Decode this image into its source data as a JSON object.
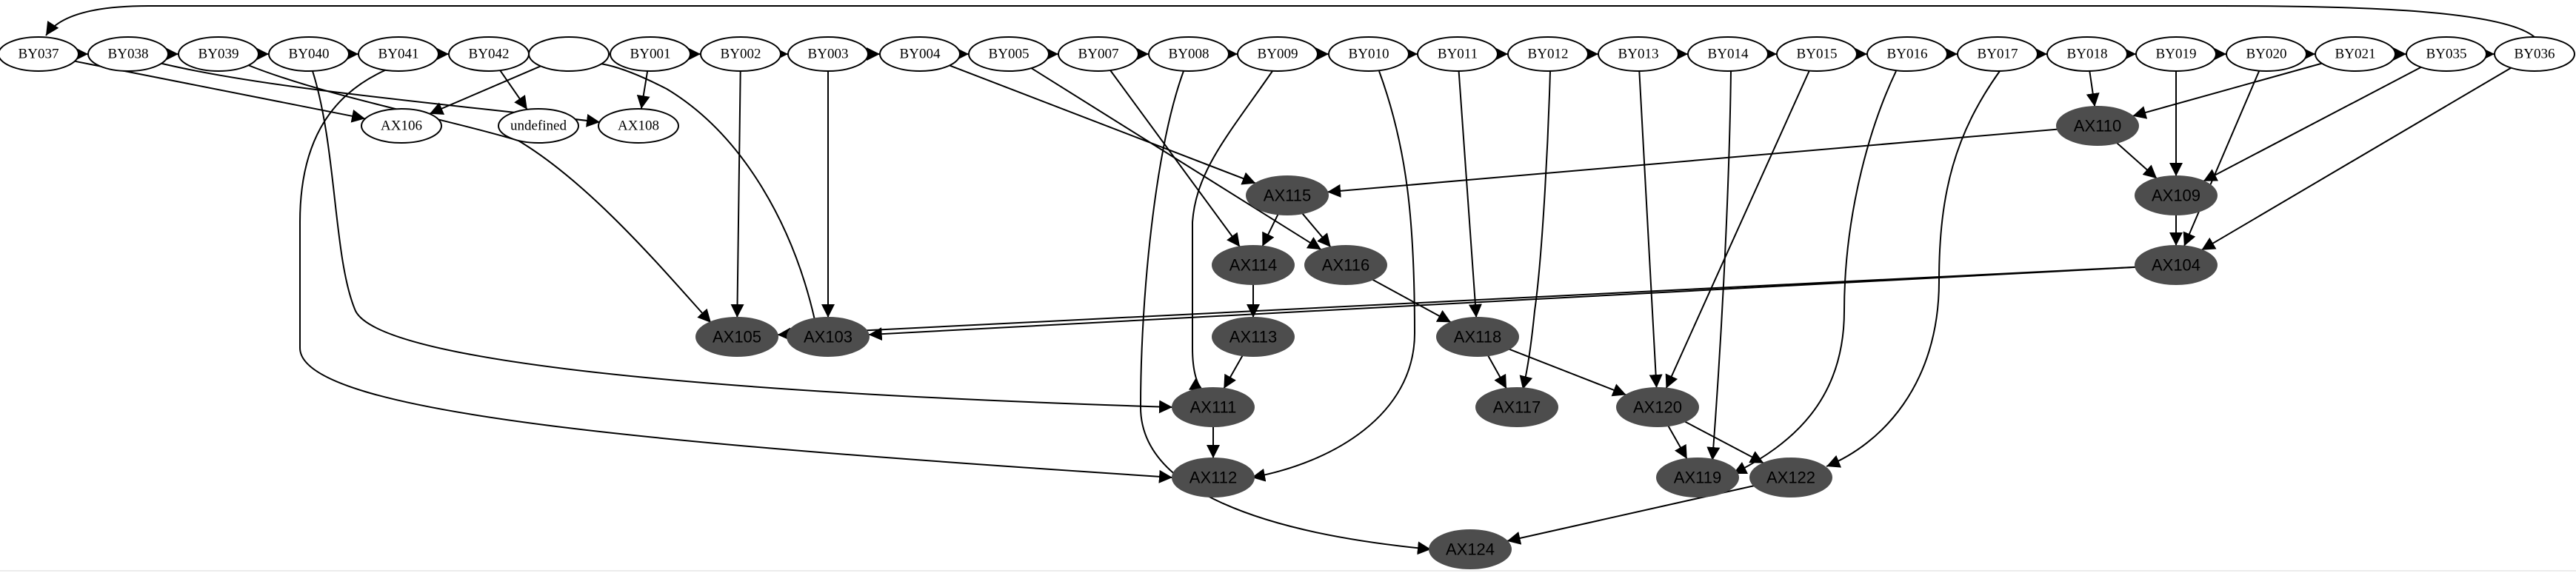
{
  "nodes": [
    {
      "id": "BY037",
      "label": "BY037",
      "style": "light"
    },
    {
      "id": "BY038",
      "label": "BY038",
      "style": "light"
    },
    {
      "id": "BY039",
      "label": "BY039",
      "style": "light"
    },
    {
      "id": "BY040",
      "label": "BY040",
      "style": "light"
    },
    {
      "id": "BY041",
      "label": "BY041",
      "style": "light"
    },
    {
      "id": "BY042",
      "label": "BY042",
      "style": "light"
    },
    {
      "id": "BLANK",
      "label": "",
      "style": "light"
    },
    {
      "id": "BY001",
      "label": "BY001",
      "style": "light"
    },
    {
      "id": "BY002",
      "label": "BY002",
      "style": "light"
    },
    {
      "id": "BY003",
      "label": "BY003",
      "style": "light"
    },
    {
      "id": "BY004",
      "label": "BY004",
      "style": "light"
    },
    {
      "id": "BY005",
      "label": "BY005",
      "style": "light"
    },
    {
      "id": "BY007",
      "label": "BY007",
      "style": "light"
    },
    {
      "id": "BY008",
      "label": "BY008",
      "style": "light"
    },
    {
      "id": "BY009",
      "label": "BY009",
      "style": "light"
    },
    {
      "id": "BY010",
      "label": "BY010",
      "style": "light"
    },
    {
      "id": "BY011",
      "label": "BY011",
      "style": "light"
    },
    {
      "id": "BY012",
      "label": "BY012",
      "style": "light"
    },
    {
      "id": "BY013",
      "label": "BY013",
      "style": "light"
    },
    {
      "id": "BY014",
      "label": "BY014",
      "style": "light"
    },
    {
      "id": "BY015",
      "label": "BY015",
      "style": "light"
    },
    {
      "id": "BY016",
      "label": "BY016",
      "style": "light"
    },
    {
      "id": "BY017",
      "label": "BY017",
      "style": "light"
    },
    {
      "id": "BY018",
      "label": "BY018",
      "style": "light"
    },
    {
      "id": "BY019",
      "label": "BY019",
      "style": "light"
    },
    {
      "id": "BY020",
      "label": "BY020",
      "style": "light"
    },
    {
      "id": "BY021",
      "label": "BY021",
      "style": "light"
    },
    {
      "id": "BY035",
      "label": "BY035",
      "style": "light"
    },
    {
      "id": "BY036",
      "label": "BY036",
      "style": "light"
    },
    {
      "id": "AX106",
      "label": "AX106",
      "style": "light"
    },
    {
      "id": "UNDEF",
      "label": "undefined",
      "style": "light"
    },
    {
      "id": "AX108",
      "label": "AX108",
      "style": "light"
    },
    {
      "id": "AX110",
      "label": "AX110",
      "style": "dark"
    },
    {
      "id": "AX115",
      "label": "AX115",
      "style": "dark"
    },
    {
      "id": "AX109",
      "label": "AX109",
      "style": "dark"
    },
    {
      "id": "AX114",
      "label": "AX114",
      "style": "dark"
    },
    {
      "id": "AX116",
      "label": "AX116",
      "style": "dark"
    },
    {
      "id": "AX104",
      "label": "AX104",
      "style": "dark"
    },
    {
      "id": "AX105",
      "label": "AX105",
      "style": "dark"
    },
    {
      "id": "AX103",
      "label": "AX103",
      "style": "dark"
    },
    {
      "id": "AX113",
      "label": "AX113",
      "style": "dark"
    },
    {
      "id": "AX118",
      "label": "AX118",
      "style": "dark"
    },
    {
      "id": "AX111",
      "label": "AX111",
      "style": "dark"
    },
    {
      "id": "AX117",
      "label": "AX117",
      "style": "dark"
    },
    {
      "id": "AX120",
      "label": "AX120",
      "style": "dark"
    },
    {
      "id": "AX112",
      "label": "AX112",
      "style": "dark"
    },
    {
      "id": "AX119",
      "label": "AX119",
      "style": "dark"
    },
    {
      "id": "AX122",
      "label": "AX122",
      "style": "dark"
    },
    {
      "id": "AX124",
      "label": "AX124",
      "style": "dark"
    }
  ],
  "edges": [
    {
      "from": "BY037",
      "to": "BY038"
    },
    {
      "from": "BY038",
      "to": "BY039"
    },
    {
      "from": "BY039",
      "to": "BY040"
    },
    {
      "from": "BY040",
      "to": "BY041"
    },
    {
      "from": "BY041",
      "to": "BY042"
    },
    {
      "from": "BY042",
      "to": "BLANK"
    },
    {
      "from": "BLANK",
      "to": "BY001"
    },
    {
      "from": "BY001",
      "to": "BY002"
    },
    {
      "from": "BY002",
      "to": "BY003"
    },
    {
      "from": "BY003",
      "to": "BY004"
    },
    {
      "from": "BY004",
      "to": "BY005"
    },
    {
      "from": "BY005",
      "to": "BY007"
    },
    {
      "from": "BY007",
      "to": "BY008"
    },
    {
      "from": "BY008",
      "to": "BY009"
    },
    {
      "from": "BY009",
      "to": "BY010"
    },
    {
      "from": "BY010",
      "to": "BY011"
    },
    {
      "from": "BY011",
      "to": "BY012"
    },
    {
      "from": "BY012",
      "to": "BY013"
    },
    {
      "from": "BY013",
      "to": "BY014"
    },
    {
      "from": "BY014",
      "to": "BY015"
    },
    {
      "from": "BY015",
      "to": "BY016"
    },
    {
      "from": "BY016",
      "to": "BY017"
    },
    {
      "from": "BY017",
      "to": "BY018"
    },
    {
      "from": "BY018",
      "to": "BY019"
    },
    {
      "from": "BY019",
      "to": "BY020"
    },
    {
      "from": "BY020",
      "to": "BY021"
    },
    {
      "from": "BY021",
      "to": "BY035"
    },
    {
      "from": "BY035",
      "to": "BY036"
    },
    {
      "from": "BY036",
      "to": "BY037"
    },
    {
      "from": "BY037",
      "to": "AX106"
    },
    {
      "from": "BLANK",
      "to": "AX106"
    },
    {
      "from": "BY042",
      "to": "UNDEF"
    },
    {
      "from": "BY038",
      "to": "AX108"
    },
    {
      "from": "BY001",
      "to": "AX108"
    },
    {
      "from": "BY039",
      "to": "AX105"
    },
    {
      "from": "BY002",
      "to": "AX105"
    },
    {
      "from": "AX104",
      "to": "AX105"
    },
    {
      "from": "AX103",
      "to": "BLANK"
    },
    {
      "from": "BY003",
      "to": "AX103"
    },
    {
      "from": "AX104",
      "to": "AX103"
    },
    {
      "from": "BY004",
      "to": "AX115"
    },
    {
      "from": "AX110",
      "to": "AX115"
    },
    {
      "from": "BY007",
      "to": "AX114"
    },
    {
      "from": "AX115",
      "to": "AX114"
    },
    {
      "from": "BY005",
      "to": "AX116"
    },
    {
      "from": "AX115",
      "to": "AX116"
    },
    {
      "from": "AX114",
      "to": "AX113"
    },
    {
      "from": "AX116",
      "to": "AX118"
    },
    {
      "from": "BY011",
      "to": "AX118"
    },
    {
      "from": "BY040",
      "to": "AX111"
    },
    {
      "from": "BY009",
      "to": "AX111"
    },
    {
      "from": "AX113",
      "to": "AX111"
    },
    {
      "from": "AX118",
      "to": "AX117"
    },
    {
      "from": "BY012",
      "to": "AX117"
    },
    {
      "from": "AX118",
      "to": "AX120"
    },
    {
      "from": "BY013",
      "to": "AX120"
    },
    {
      "from": "BY015",
      "to": "AX120"
    },
    {
      "from": "AX111",
      "to": "AX112"
    },
    {
      "from": "BY041",
      "to": "AX112"
    },
    {
      "from": "BY010",
      "to": "AX112"
    },
    {
      "from": "AX120",
      "to": "AX119"
    },
    {
      "from": "BY014",
      "to": "AX119"
    },
    {
      "from": "BY016",
      "to": "AX119"
    },
    {
      "from": "AX120",
      "to": "AX122"
    },
    {
      "from": "BY017",
      "to": "AX122"
    },
    {
      "from": "AX122",
      "to": "AX124"
    },
    {
      "from": "BY008",
      "to": "AX124"
    },
    {
      "from": "BY018",
      "to": "AX110"
    },
    {
      "from": "BY021",
      "to": "AX110"
    },
    {
      "from": "AX110",
      "to": "AX109"
    },
    {
      "from": "BY019",
      "to": "AX109"
    },
    {
      "from": "BY035",
      "to": "AX109"
    },
    {
      "from": "AX109",
      "to": "AX104"
    },
    {
      "from": "BY020",
      "to": "AX104"
    },
    {
      "from": "BY036",
      "to": "AX104"
    }
  ]
}
